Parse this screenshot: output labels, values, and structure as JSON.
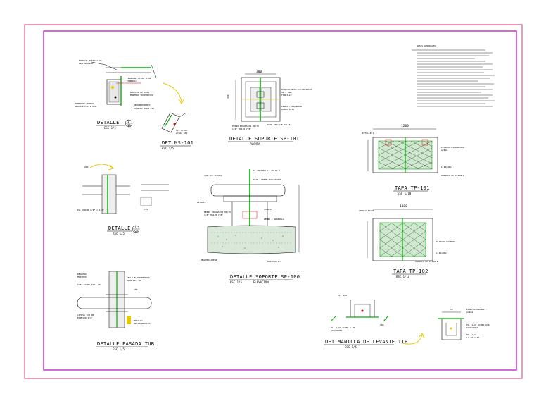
{
  "colors": {
    "outer_frame": "#d6336c",
    "inner_frame": "#c000c0",
    "accent_green": "#00b000",
    "accent_yellow": "#e8c800",
    "accent_red": "#e00000",
    "ink": "#000000"
  },
  "details": {
    "d1": {
      "title": "DETALLE",
      "number": "1",
      "sheet": "SP",
      "scale": "ESC 1/5"
    },
    "ms": {
      "title": "DET.MS-101",
      "scale": "ESC 1/5"
    },
    "d2": {
      "title": "DETALLE",
      "number": "2",
      "sheet": "SP",
      "scale": "ESC 1/5"
    },
    "sp101": {
      "title": "DETALLE SOPORTE SP-101",
      "subtitle": "PLANTA"
    },
    "sp100": {
      "title": "DETALLE SOPORTE SP-100",
      "subtitle": "ELEVACION",
      "scale": "ESC 1/5"
    },
    "pasada": {
      "title": "DETALLE PASADA TUB.",
      "scale": "ESC 1/5"
    },
    "tp101": {
      "title": "TAPA TP-101",
      "scale": "ESC 1/10"
    },
    "tp102": {
      "title": "TAPA TP-102",
      "scale": "ESC 1/10"
    },
    "manilla": {
      "title": "DET.MANILLA DE LEVANTE TIP.",
      "scale": "ESC 1/5"
    }
  },
  "dims": {
    "tp101_top": "1200",
    "tp102_top": "1100",
    "sp101_top": "300"
  },
  "notes": {
    "heading": "NOTAS GENERALES"
  }
}
